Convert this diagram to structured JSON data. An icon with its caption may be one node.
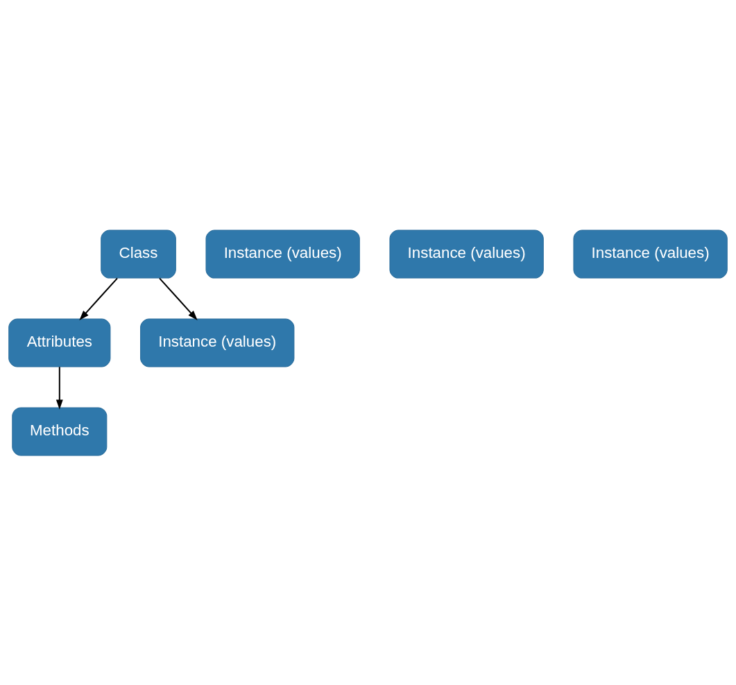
{
  "diagram": {
    "nodes": [
      {
        "text": [
          "Class"
        ]
      },
      {
        "text": [
          "Attributes"
        ]
      },
      {
        "text": [
          "Methods"
        ]
      },
      {
        "text": [
          "Instance (values)"
        ]
      },
      {
        "text": [
          "Instance (values)"
        ]
      },
      {
        "text": [
          "Instance (values)"
        ]
      },
      {
        "text": [
          "Instance (values)"
        ]
      }
    ],
    "edges": [
      {
        "from": 0,
        "to": 3,
        "arrow": "to"
      },
      {
        "from": 0,
        "to": 1,
        "arrow": "to"
      },
      {
        "from": 1,
        "to": 2,
        "arrow": "to"
      }
    ]
  }
}
